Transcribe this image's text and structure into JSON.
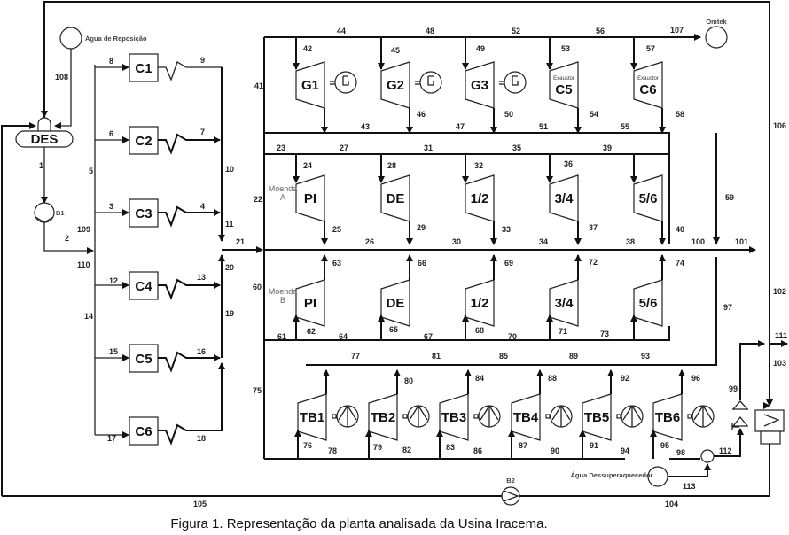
{
  "caption": "Figura 1. Representação da planta analisada da Usina Iracema.",
  "sources": {
    "agua_reposicao": "Água de Reposição",
    "omtek": "Omtek",
    "agua_dessuperaquecedor": "Água Dessuperaquecedor"
  },
  "deaerator": "DES",
  "pumps": [
    "B1",
    "B2"
  ],
  "boilers": [
    "C1",
    "C2",
    "C3",
    "C4",
    "C5",
    "C6"
  ],
  "generators": [
    "G1",
    "G2",
    "G3"
  ],
  "exhausters": {
    "label": "Exaustor",
    "units": [
      "C5",
      "C6"
    ]
  },
  "mills": {
    "a_label": [
      "Moenda",
      "A"
    ],
    "b_label": [
      "Moenda",
      "B"
    ],
    "units": [
      "PI",
      "DE",
      "1/2",
      "3/4",
      "5/6"
    ]
  },
  "turbo_pumps": [
    "TB1",
    "TB2",
    "TB3",
    "TB4",
    "TB5",
    "TB6"
  ],
  "streams": {
    "s1": "1",
    "s2": "2",
    "s3": "3",
    "s4": "4",
    "s5": "5",
    "s6": "6",
    "s7": "7",
    "s8": "8",
    "s9": "9",
    "s10": "10",
    "s11": "11",
    "s12": "12",
    "s13": "13",
    "s14": "14",
    "s15": "15",
    "s16": "16",
    "s17": "17",
    "s18": "18",
    "s19": "19",
    "s20": "20",
    "s21": "21",
    "s22": "22",
    "s23": "23",
    "s24": "24",
    "s25": "25",
    "s26": "26",
    "s27": "27",
    "s28": "28",
    "s29": "29",
    "s30": "30",
    "s31": "31",
    "s32": "32",
    "s33": "33",
    "s34": "34",
    "s35": "35",
    "s36": "36",
    "s37": "37",
    "s38": "38",
    "s39": "39",
    "s40": "40",
    "s41": "41",
    "s42": "42",
    "s43": "43",
    "s44": "44",
    "s45": "45",
    "s46": "46",
    "s47": "47",
    "s48": "48",
    "s49": "49",
    "s50": "50",
    "s51": "51",
    "s52": "52",
    "s53": "53",
    "s54": "54",
    "s55": "55",
    "s56": "56",
    "s57": "57",
    "s58": "58",
    "s59": "59",
    "s60": "60",
    "s61": "61",
    "s62": "62",
    "s63": "63",
    "s64": "64",
    "s65": "65",
    "s66": "66",
    "s67": "67",
    "s68": "68",
    "s69": "69",
    "s70": "70",
    "s71": "71",
    "s72": "72",
    "s73": "73",
    "s74": "74",
    "s75": "75",
    "s76": "76",
    "s77": "77",
    "s78": "78",
    "s79": "79",
    "s80": "80",
    "s81": "81",
    "s82": "82",
    "s83": "83",
    "s84": "84",
    "s85": "85",
    "s86": "86",
    "s87": "87",
    "s88": "88",
    "s89": "89",
    "s90": "90",
    "s91": "91",
    "s92": "92",
    "s93": "93",
    "s94": "94",
    "s95": "95",
    "s96": "96",
    "s97": "97",
    "s98": "98",
    "s99": "99",
    "s100": "100",
    "s101": "101",
    "s102": "102",
    "s103": "103",
    "s104": "104",
    "s105": "105",
    "s106": "106",
    "s107": "107",
    "s108": "108",
    "s109": "109",
    "s110": "110",
    "s111": "111",
    "s112": "112",
    "s113": "113"
  }
}
